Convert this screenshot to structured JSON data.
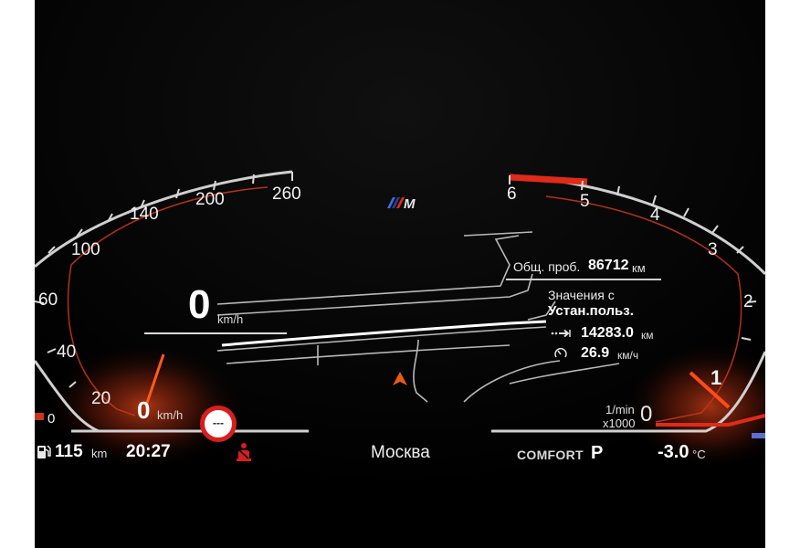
{
  "speedometer": {
    "scale_labels": [
      "0",
      "20",
      "40",
      "60",
      "100",
      "140",
      "200",
      "260"
    ],
    "speed_value": "0",
    "speed_unit": "km/h",
    "secondary_speed_value": "0",
    "secondary_speed_unit": "km/h"
  },
  "tachometer": {
    "scale_labels": [
      "1",
      "2",
      "3",
      "4",
      "5",
      "6"
    ],
    "unit_line1": "1/min",
    "unit_line2": "x1000",
    "zero_label": "0"
  },
  "speed_limit": {
    "text": "---"
  },
  "trip_computer": {
    "odometer_label": "Общ. проб.",
    "odometer_value": "86712",
    "odometer_unit": "км",
    "values_title": "Значения с",
    "values_subtitle": "Устан.польз.",
    "distance_value": "14283.0",
    "distance_unit": "км",
    "avg_speed_value": "26.9",
    "avg_speed_unit": "км/ч"
  },
  "status_bar": {
    "range_value": "115",
    "range_unit": "km",
    "time": "20:27",
    "location": "Москва",
    "drive_mode": "COMFORT",
    "gear": "P",
    "outside_temp": "-3.0",
    "temp_unit": "°C"
  },
  "icons": {
    "fuel": "fuel-pump-icon",
    "seatbelt": "seatbelt-warning-icon",
    "distance": "distance-arrow-icon",
    "avg_speed": "gauge-icon",
    "brand": "m-logo-icon"
  },
  "colors": {
    "background": "#030303",
    "dial_ring": "#d8d8d8",
    "red_accent": "#e02a1a",
    "warning_red": "#d81e1e",
    "text": "#ffffff"
  }
}
